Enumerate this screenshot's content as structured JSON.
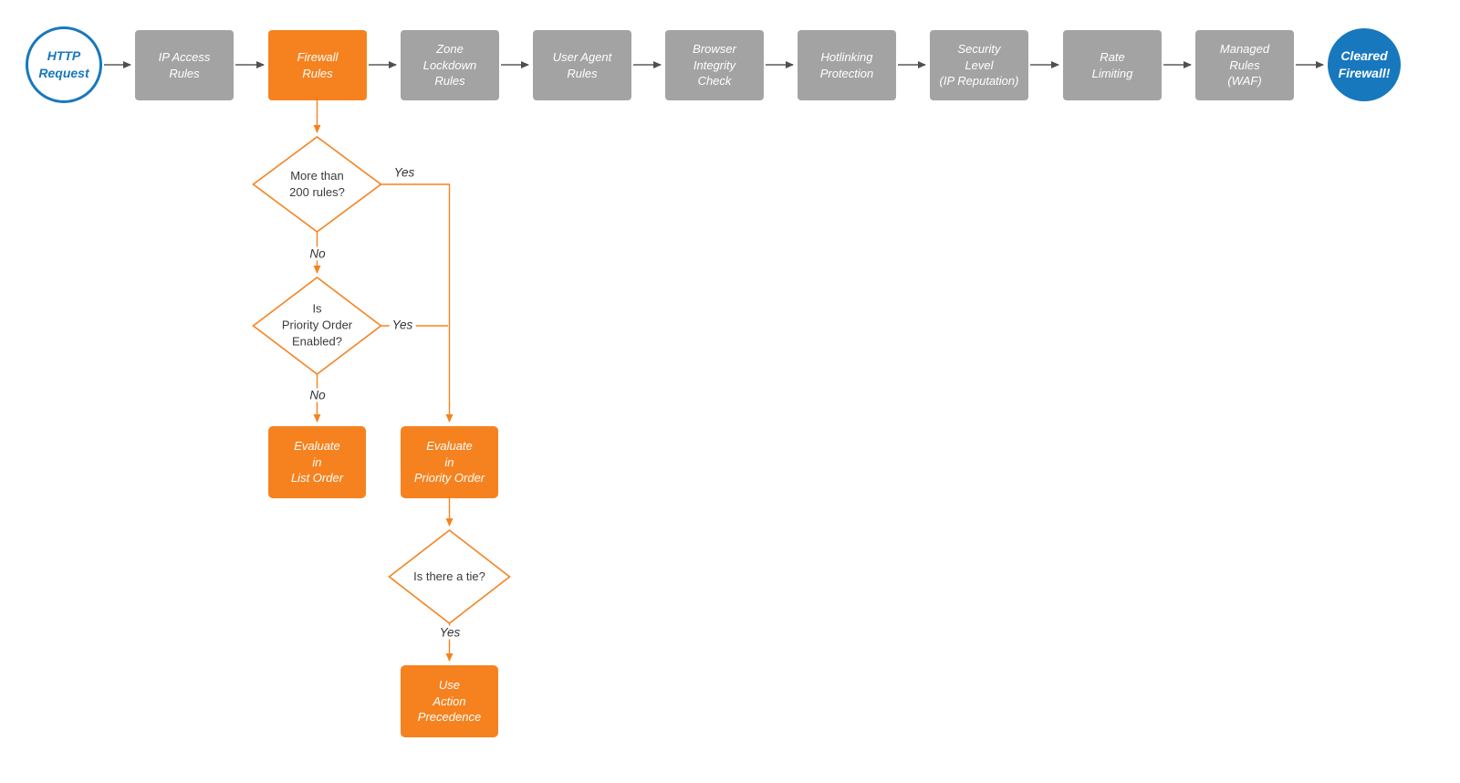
{
  "colors": {
    "accent_orange": "#f6821f",
    "node_gray": "#a3a3a3",
    "brand_blue": "#1778be",
    "arrow_gray": "#555555"
  },
  "diagram": {
    "start_node": "HTTP\nRequest",
    "pipeline": [
      "IP Access\nRules",
      "Firewall\nRules",
      "Zone\nLockdown\nRules",
      "User Agent\nRules",
      "Browser\nIntegrity\nCheck",
      "Hotlinking\nProtection",
      "Security\nLevel\n(IP Reputation)",
      "Rate\nLimiting",
      "Managed\nRules\n(WAF)"
    ],
    "end_node": "Cleared\nFirewall!",
    "decisions": {
      "d1": "More than\n200 rules?",
      "d2": "Is\nPriority Order\nEnabled?",
      "d3": "Is there a tie?"
    },
    "actions": {
      "list_order": "Evaluate\nin\nList Order",
      "priority_order": "Evaluate\nin\nPriority Order",
      "action_precedence": "Use\nAction\nPrecedence"
    },
    "edge_labels": {
      "d1_yes": "Yes",
      "d1_no": "No",
      "d2_yes": "Yes",
      "d2_no": "No",
      "d3_yes": "Yes"
    }
  }
}
